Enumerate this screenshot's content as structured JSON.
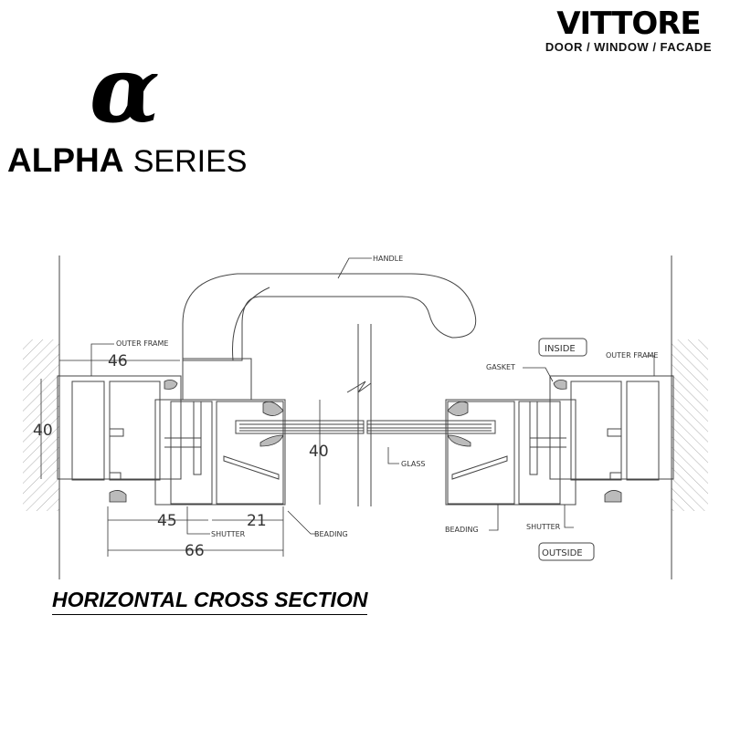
{
  "brand": {
    "name": "VITTORE",
    "tagline": "DOOR / WINDOW / FACADE"
  },
  "series": {
    "symbol": "α",
    "name": "ALPHA",
    "suffix": "SERIES"
  },
  "drawing": {
    "labels": {
      "handle": "HANDLE",
      "outer_frame_left": "OUTER FRAME",
      "outer_frame_right": "OUTER FRAME",
      "gasket": "GASKET",
      "inside": "INSIDE",
      "outside": "OUTSIDE",
      "glass": "GLASS",
      "shutter_left": "SHUTTER",
      "shutter_right": "SHUTTER",
      "beading_left": "BEADING",
      "beading_right": "BEADING"
    },
    "dimensions": {
      "frame_width": "46",
      "frame_depth": "40",
      "sash_depth": "40",
      "shutter_width": "45",
      "beading_width": "21",
      "total_width": "66"
    }
  },
  "title": "HORIZONTAL CROSS SECTION"
}
